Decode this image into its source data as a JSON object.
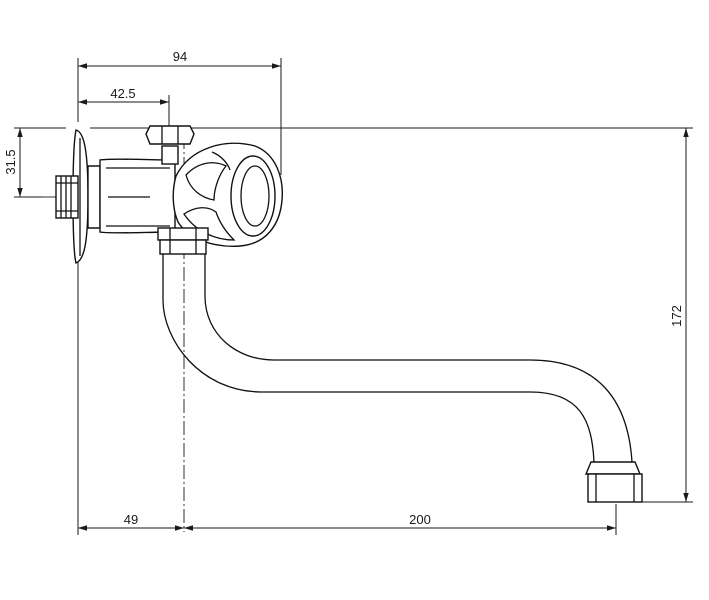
{
  "dimensions": {
    "overall_width": "94",
    "valve_offset": "42.5",
    "inlet_height": "31.5",
    "overall_height": "172",
    "spout_base_offset": "49",
    "spout_reach": "200"
  }
}
